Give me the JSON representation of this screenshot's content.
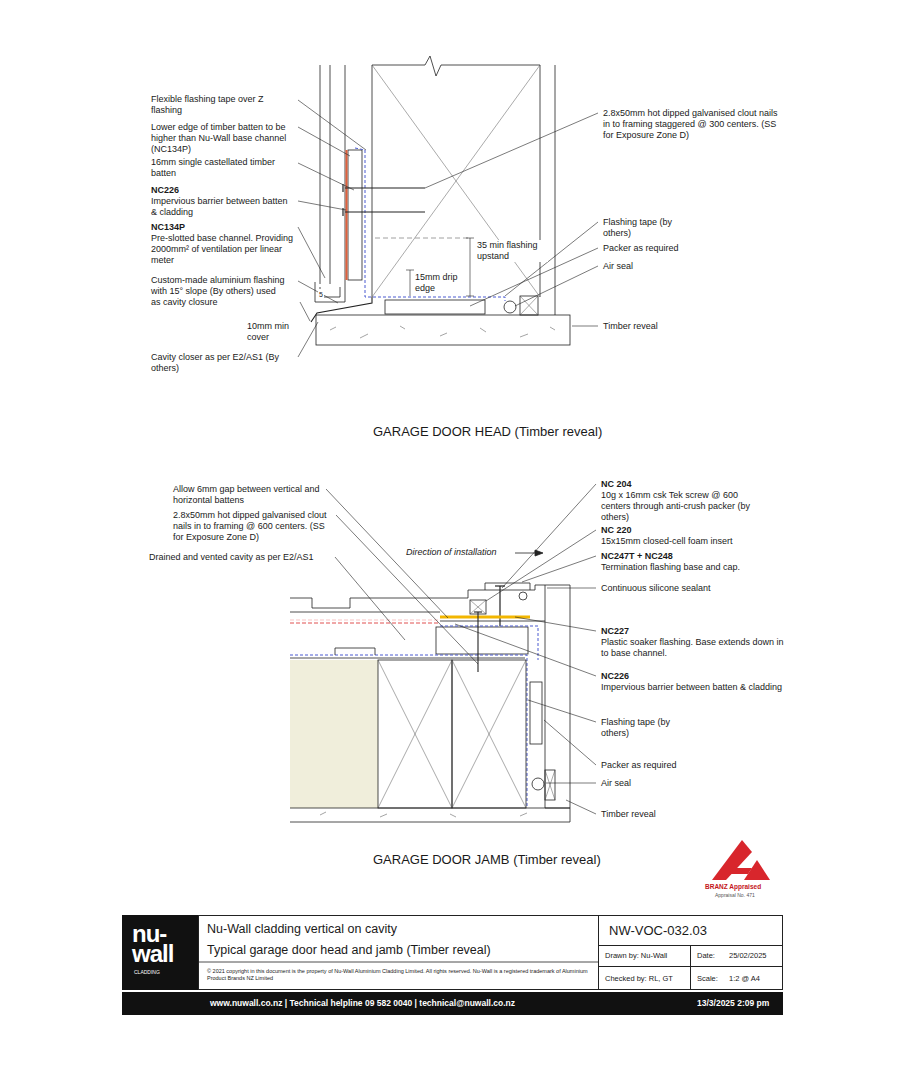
{
  "diagram": {
    "nodes": [
      {
        "text": [
          "nu-wall",
          "CLADDING"
        ]
      },
      {
        "text": [
          "Nu-Wall cladding vertical on cavity",
          "Typical garage door head and jamb (Timber reveal)",
          "© 2021 copyright in this document is the property of Nu-Wall Aluminium Cladding Limited. All rights reserved. Nu-Wall is a registered trademark of Aluminium Product Brands NZ Limited"
        ]
      },
      {
        "text": [
          "NW-VOC-032.03"
        ]
      },
      {
        "text": [
          "Drawn by: Nu-Wall"
        ]
      },
      {
        "text": [
          "Date:",
          "25/02/2025"
        ]
      },
      {
        "text": [
          "Checked by: RL, GT"
        ]
      },
      {
        "text": [
          "Scale:",
          "1:2 @ A4"
        ]
      },
      {
        "text": [
          "www.nuwall.co.nz | Technical helpline 09 582 0040 | technical@nuwall.co.nz",
          "13/3/2025 2:09 pm"
        ]
      }
    ],
    "labels": [
      "Flexible flashing tape over Z flashing",
      "Lower edge of timber batten to be higher than Nu-Wall base channel (NC134P)",
      "16mm single castellated timber batten",
      "NC226",
      "Impervious barrier between batten & cladding",
      "NC134P",
      "Pre-slotted base channel. Providing 2000mm² of ventilation per linear meter",
      "Custom-made aluminium flashing with 15° slope (By others) used as cavity closure",
      "10mm min cover",
      "5",
      "Cavity closer as per E2/AS1 (By others)",
      "2.8x50mm hot dipped galvanised clout nails in to framing staggered @ 300 centers. (SS for Exposure Zone D)",
      "Flashing tape (by others)",
      "Packer as required",
      "Air seal",
      "35 min flashing upstand",
      "15mm drip edge",
      "Timber reveal",
      "GARAGE DOOR HEAD (Timber reveal)",
      "Allow 6mm gap between vertical and horizontal battens",
      "2.8x50mm hot dipped galvanised clout nails in to framing @ 600 centers. (SS for Exposure Zone D)",
      "Drained and vented cavity as per E2/AS1",
      "Direction of installation",
      "NC 204",
      "10g x 16mm csk Tek screw @ 600 centers through anti-crush packer (by others)",
      "NC 220",
      "15x15mm closed-cell foam insert",
      "NC247T + NC248",
      "Termination flashing base and cap.",
      "Continuous silicone sealant",
      "NC227",
      "Plastic soaker flashing. Base extends down in to base channel.",
      "NC226",
      "Impervious barrier between batten & cladding",
      "Flashing tape (by others)",
      "Packer as required",
      "Air seal",
      "Timber reveal",
      "GARAGE DOOR JAMB (Timber reveal)",
      "BRANZ Appraised",
      "Appraisal No. 471"
    ]
  }
}
